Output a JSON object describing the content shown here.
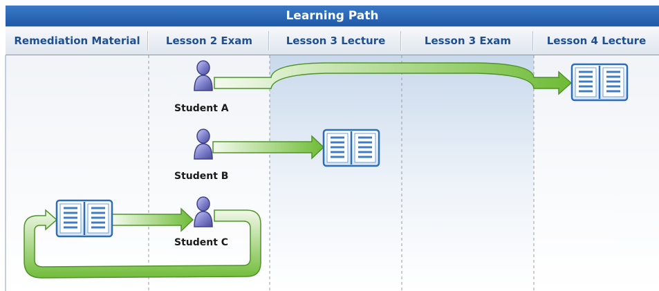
{
  "title": "Learning Path",
  "columns": [
    {
      "label": "Remediation Material"
    },
    {
      "label": "Lesson 2 Exam"
    },
    {
      "label": "Lesson 3 Lecture"
    },
    {
      "label": "Lesson 3 Exam"
    },
    {
      "label": "Lesson 4 Lecture"
    }
  ],
  "students": [
    {
      "label": "Student A"
    },
    {
      "label": "Student B"
    },
    {
      "label": "Student C"
    }
  ],
  "colors": {
    "title_bar": "#2a6bbd",
    "header_text": "#1e4f91",
    "arrow_green": "#78bf3e",
    "person": "#5e5fae",
    "book_blue": "#3f7cc4"
  },
  "icons": [
    "person-icon",
    "open-book-icon",
    "arrow-right-icon"
  ]
}
